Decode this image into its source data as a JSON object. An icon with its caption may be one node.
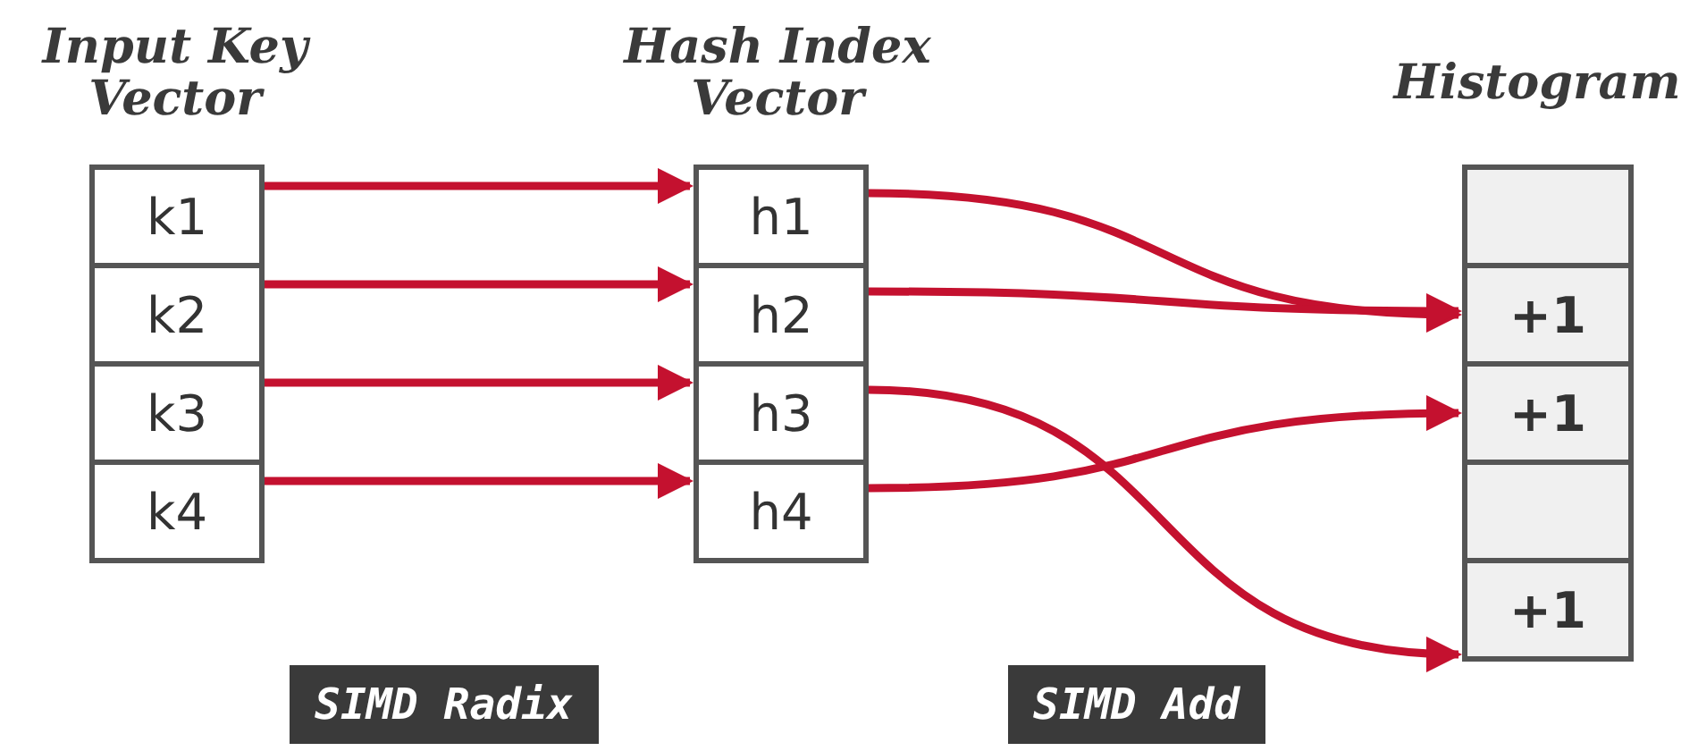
{
  "diagram": {
    "nodes": [
      {
        "text": [
          "Input Key Vector"
        ]
      },
      {
        "text": [
          "k1"
        ],
        "in": 0
      },
      {
        "text": [
          "k2"
        ],
        "in": 0
      },
      {
        "text": [
          "k3"
        ],
        "in": 0
      },
      {
        "text": [
          "k4"
        ],
        "in": 0
      },
      {
        "text": [
          "Hash Index Vector"
        ]
      },
      {
        "text": [
          "h1"
        ],
        "in": 5
      },
      {
        "text": [
          "h2"
        ],
        "in": 5
      },
      {
        "text": [
          "h3"
        ],
        "in": 5
      },
      {
        "text": [
          "h4"
        ],
        "in": 5
      },
      {
        "text": [
          "Histogram"
        ]
      },
      {
        "text": [],
        "shape": "box",
        "in": 10
      },
      {
        "text": [
          "+1"
        ],
        "in": 10
      },
      {
        "text": [
          "+1"
        ],
        "in": 10
      },
      {
        "text": [],
        "shape": "box",
        "in": 10
      },
      {
        "text": [
          "+1"
        ],
        "in": 10
      },
      {
        "text": [
          "SIMD Radix"
        ]
      },
      {
        "text": [
          "SIMD Add"
        ]
      }
    ],
    "edges": [
      {
        "from": 1,
        "to": 6,
        "arrow": "to"
      },
      {
        "from": 2,
        "to": 7,
        "arrow": "to"
      },
      {
        "from": 3,
        "to": 8,
        "arrow": "to"
      },
      {
        "from": 4,
        "to": 9,
        "arrow": "to"
      },
      {
        "from": 6,
        "to": 12,
        "arrow": "to"
      },
      {
        "from": 7,
        "to": 12,
        "arrow": "to"
      },
      {
        "from": 8,
        "to": 15,
        "arrow": "to"
      },
      {
        "from": 9,
        "to": 13,
        "arrow": "to"
      }
    ]
  }
}
